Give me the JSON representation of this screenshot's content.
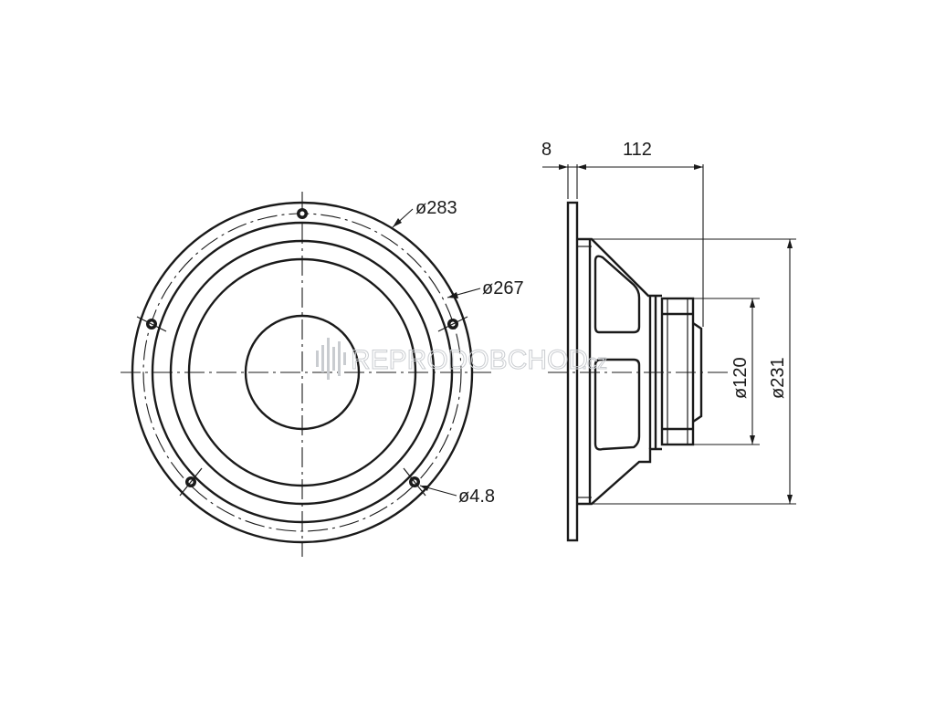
{
  "drawing": {
    "front_view": {
      "outer_diameter_label": "ø283",
      "hole_circle_diameter_label": "ø267",
      "hole_diameter_label": "ø4.8"
    },
    "side_view": {
      "flange_thickness_label": "8",
      "depth_label": "112",
      "magnet_diameter_label": "ø120",
      "basket_diameter_label": "ø231"
    },
    "watermark": {
      "brand": "REPRODOBCHOD",
      "suffix": ".cz"
    }
  }
}
